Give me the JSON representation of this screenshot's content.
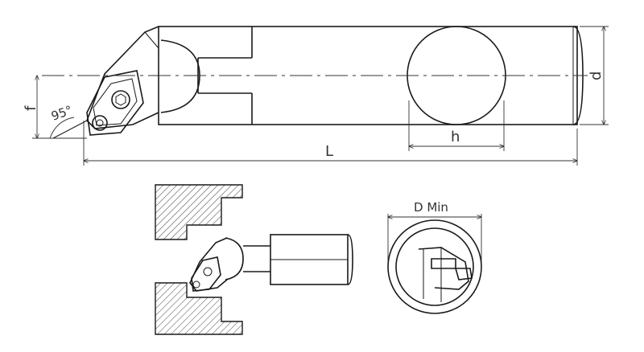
{
  "labels": {
    "f": "f",
    "angle": "95°",
    "L": "L",
    "h": "h",
    "d": "d",
    "dmin": "D Min"
  }
}
